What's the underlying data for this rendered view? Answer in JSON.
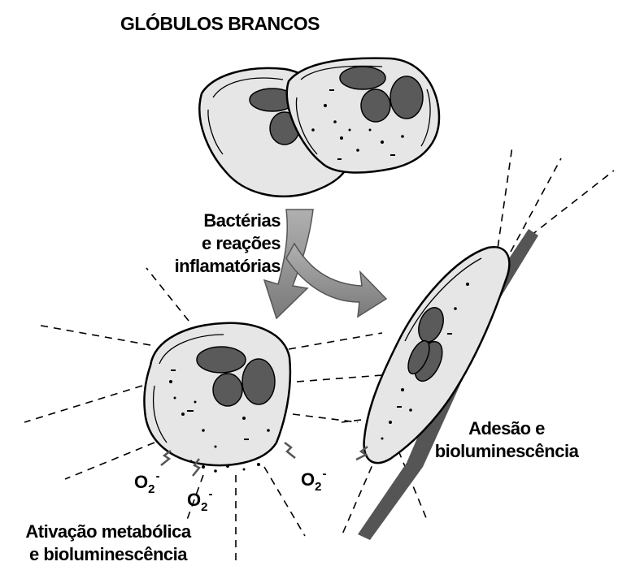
{
  "title": "GLÓBULOS BRANCOS",
  "arrow_label": [
    "Bactérias",
    "e reações",
    "inflamatórias"
  ],
  "left_label": [
    "Ativação metabólica",
    "e bioluminescência"
  ],
  "right_label": [
    "Adesão e",
    "bioluminescência"
  ],
  "ion": {
    "symbol": "O",
    "subscript": "2",
    "superscript": "-"
  },
  "colors": {
    "cell_fill": "#e6e6e6",
    "nucleus": "#5a5a5a",
    "arrow": "#8c8c8c",
    "surface": "#555555",
    "ink": "#000000"
  }
}
